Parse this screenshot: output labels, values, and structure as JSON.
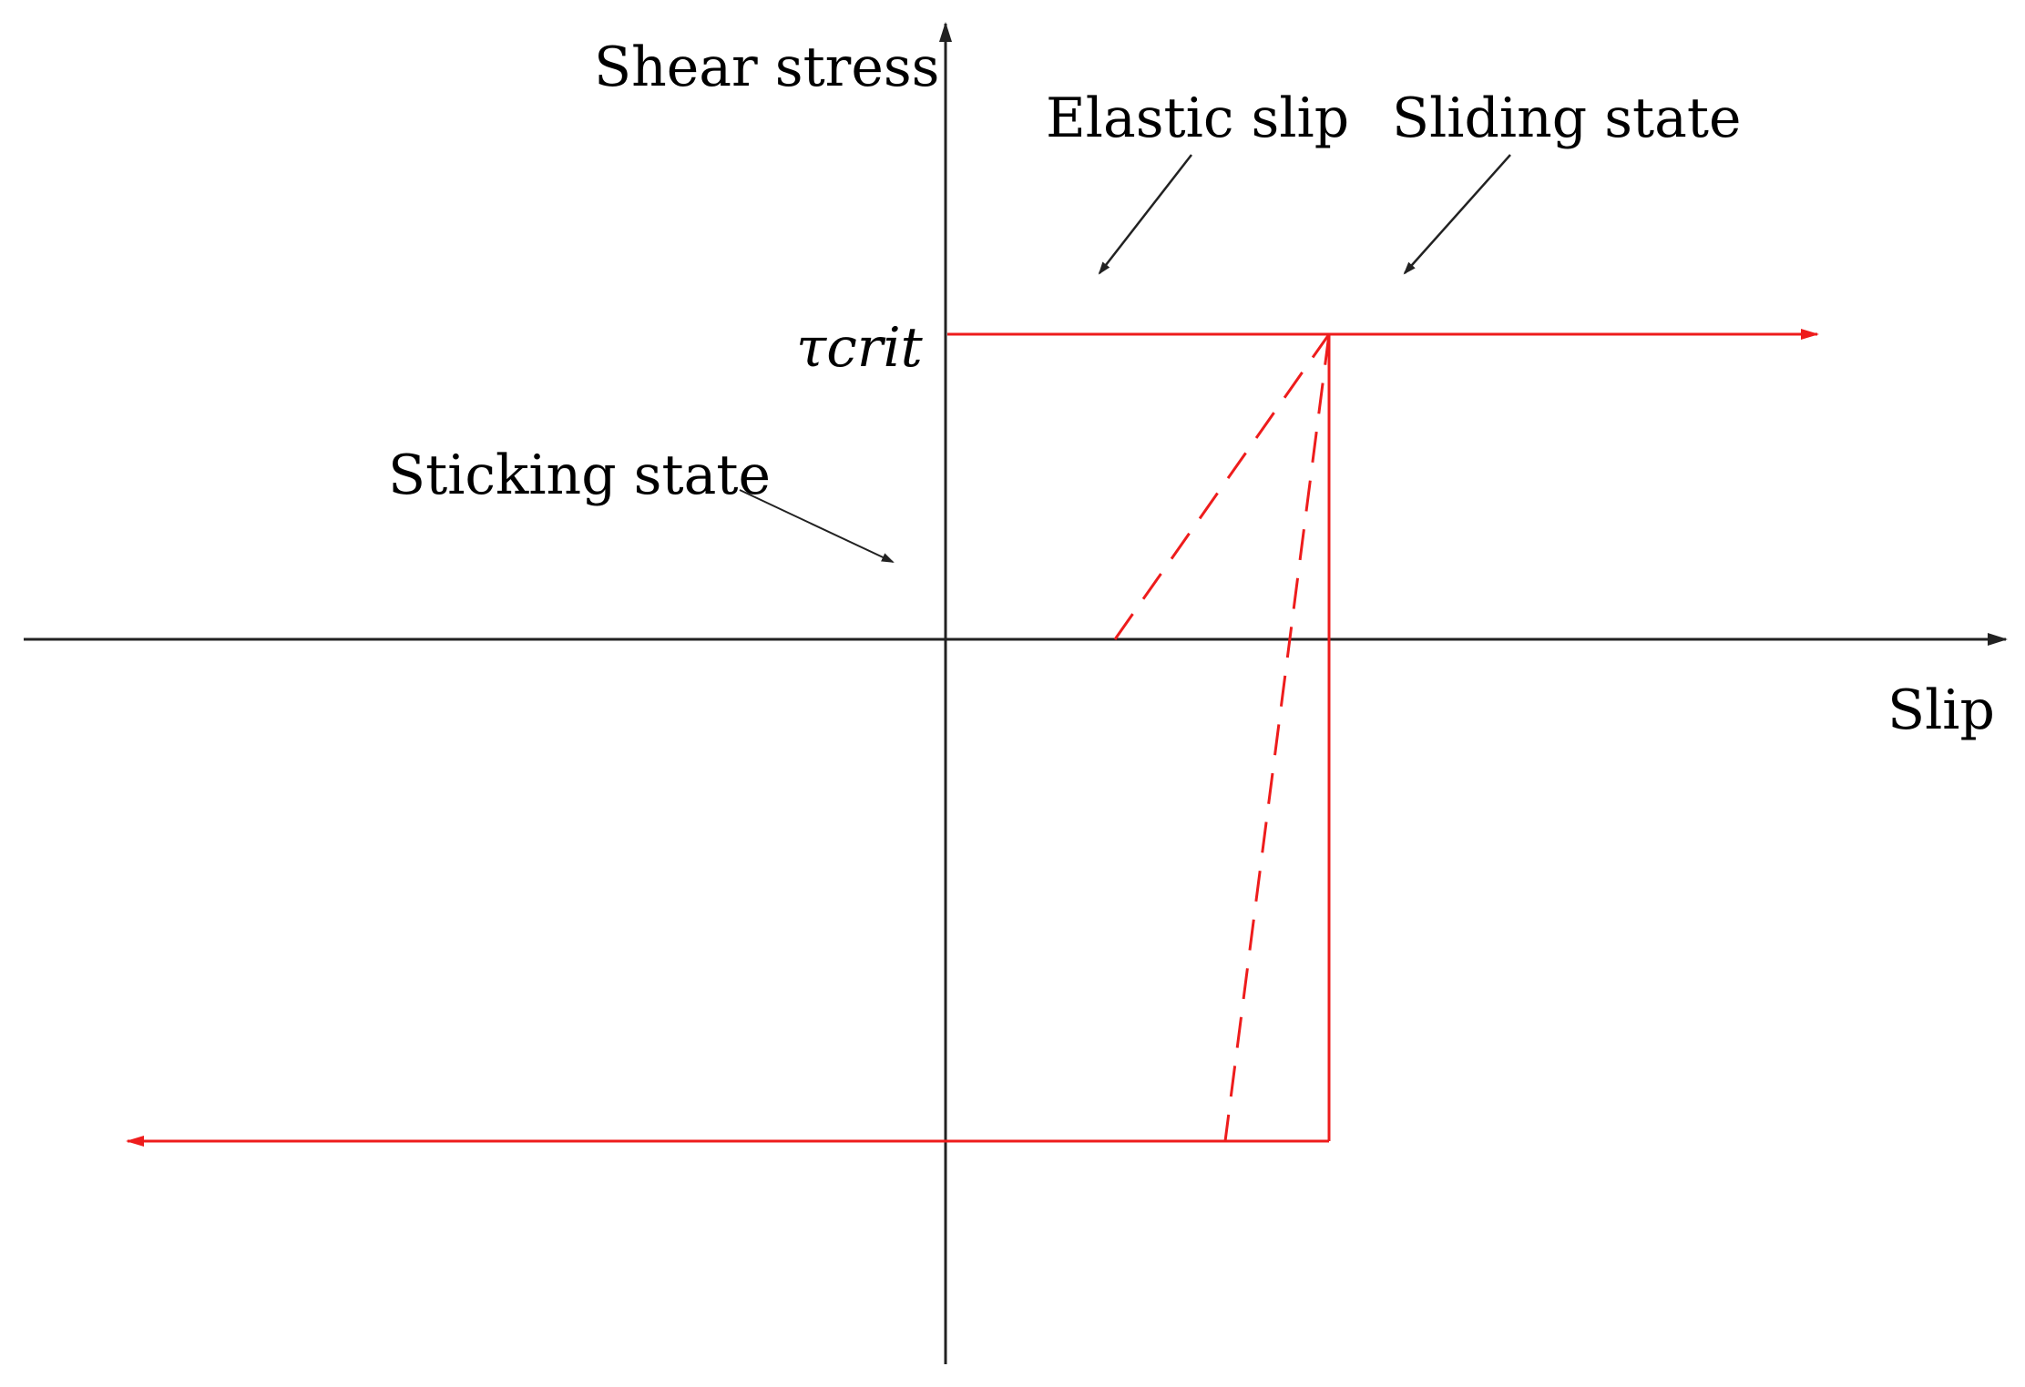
{
  "labels": {
    "y_axis": "Shear stress",
    "x_axis": "Slip",
    "elastic_slip": "Elastic slip",
    "sliding_state": "Sliding state",
    "sticking_state": "Sticking state",
    "tau_crit": "τcrit"
  },
  "colors": {
    "axis": "#222222",
    "curve": "#ee1c1c",
    "annotation_arrow": "#222222"
  }
}
